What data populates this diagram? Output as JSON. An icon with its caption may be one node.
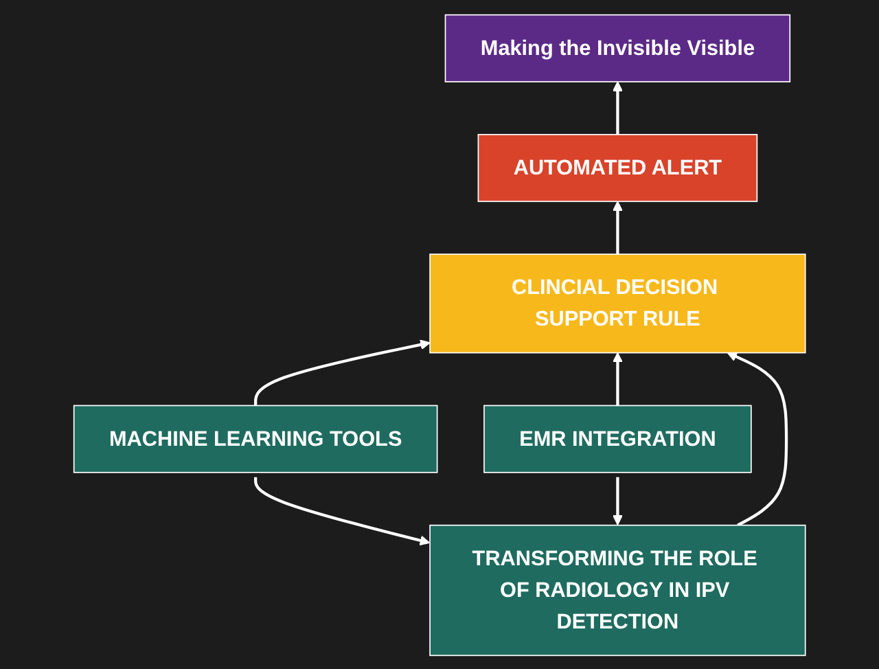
{
  "diagram": {
    "nodes": [
      {
        "text": [
          "Making the Invisible Visible"
        ]
      },
      {
        "text": [
          "AUTOMATED ALERT"
        ]
      },
      {
        "text": [
          "CLINCIAL DECISION SUPPORT RULE"
        ]
      },
      {
        "text": [
          "MACHINE LEARNING TOOLS"
        ]
      },
      {
        "text": [
          "EMR INTEGRATION"
        ]
      },
      {
        "text": [
          "TRANSFORMING THE ROLE OF RADIOLOGY IN IPV DETECTION"
        ]
      }
    ],
    "edges": [
      {
        "from": 1,
        "to": 0,
        "arrow": "to"
      },
      {
        "from": 2,
        "to": 1,
        "arrow": "to"
      },
      {
        "from": 3,
        "to": 2,
        "arrow": "to"
      },
      {
        "from": 4,
        "to": 2,
        "arrow": "to"
      },
      {
        "from": 5,
        "to": 2,
        "arrow": "to"
      },
      {
        "from": 3,
        "to": 5,
        "arrow": "to"
      },
      {
        "from": 4,
        "to": 5,
        "arrow": "to"
      }
    ]
  }
}
